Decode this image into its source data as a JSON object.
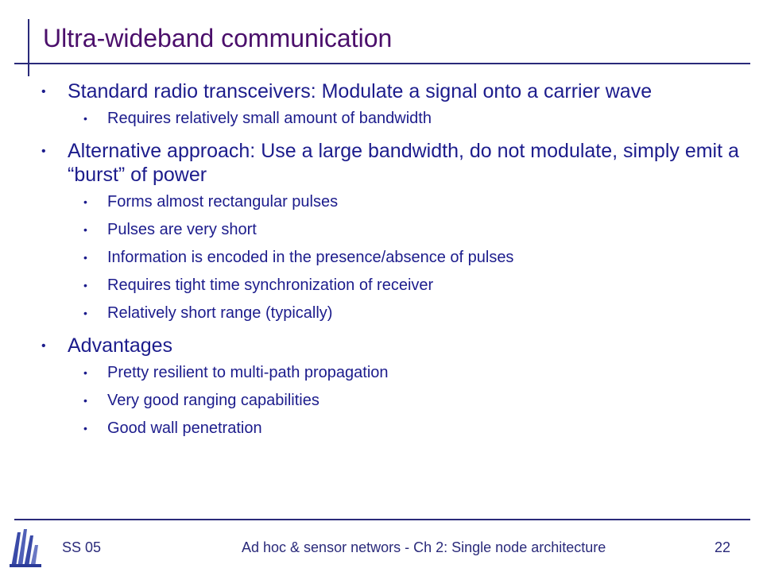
{
  "slide": {
    "title": "Ultra-wideband communication",
    "bullets": [
      {
        "text": "Standard radio transceivers: Modulate a signal onto a carrier wave",
        "sub": [
          "Requires relatively small amount of bandwidth"
        ]
      },
      {
        "text": "Alternative approach: Use a large bandwidth, do not modulate, simply emit a “burst” of power",
        "sub": [
          "Forms almost rectangular pulses",
          "Pulses are very short",
          "Information is encoded in the presence/absence of pulses",
          "Requires tight time synchronization of receiver",
          "Relatively short range (typically)"
        ]
      },
      {
        "text": "Advantages",
        "sub": [
          "Pretty resilient to multi-path propagation",
          "Very good ranging capabilities",
          "Good wall penetration"
        ]
      }
    ],
    "bullet_glyph": "•"
  },
  "footer": {
    "left": "SS 05",
    "center": "Ad hoc & sensor networs - Ch 2: Single node architecture",
    "page": "22"
  },
  "colors": {
    "title": "#4b0f6b",
    "text": "#1c1c8c",
    "rule": "#2a2a7a",
    "logo": "#3a4aa8"
  },
  "icons": {
    "logo": "university-logo-icon"
  }
}
